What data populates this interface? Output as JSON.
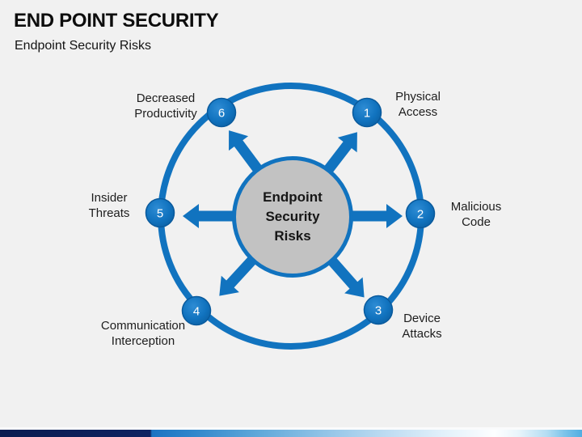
{
  "slide": {
    "title": "END POINT SECURITY",
    "subtitle": "Endpoint Security Risks",
    "center_lines": [
      "Endpoint",
      "Security",
      "Risks"
    ],
    "items": [
      {
        "number": "1",
        "label": "Physical Access"
      },
      {
        "number": "2",
        "label": "Malicious Code"
      },
      {
        "number": "3",
        "label": "Device Attacks"
      },
      {
        "number": "4",
        "label": "Communication Interception"
      },
      {
        "number": "5",
        "label": "Insider Threats"
      },
      {
        "number": "6",
        "label": "Decreased Productivity"
      }
    ],
    "colors": {
      "accent_blue": "#1173bf",
      "node_fill_light": "#2e8cd4",
      "node_fill_dark": "#0a5c9e",
      "node_border": "#0a5a9c",
      "center_fill": "#c2c2c2",
      "background": "#f1f1f1",
      "bar_navy": "#0a1c50",
      "bar_blue": "#1b73c2",
      "bar_light_blue": "#51ade1",
      "text_dark": "#0d0d0d"
    }
  }
}
